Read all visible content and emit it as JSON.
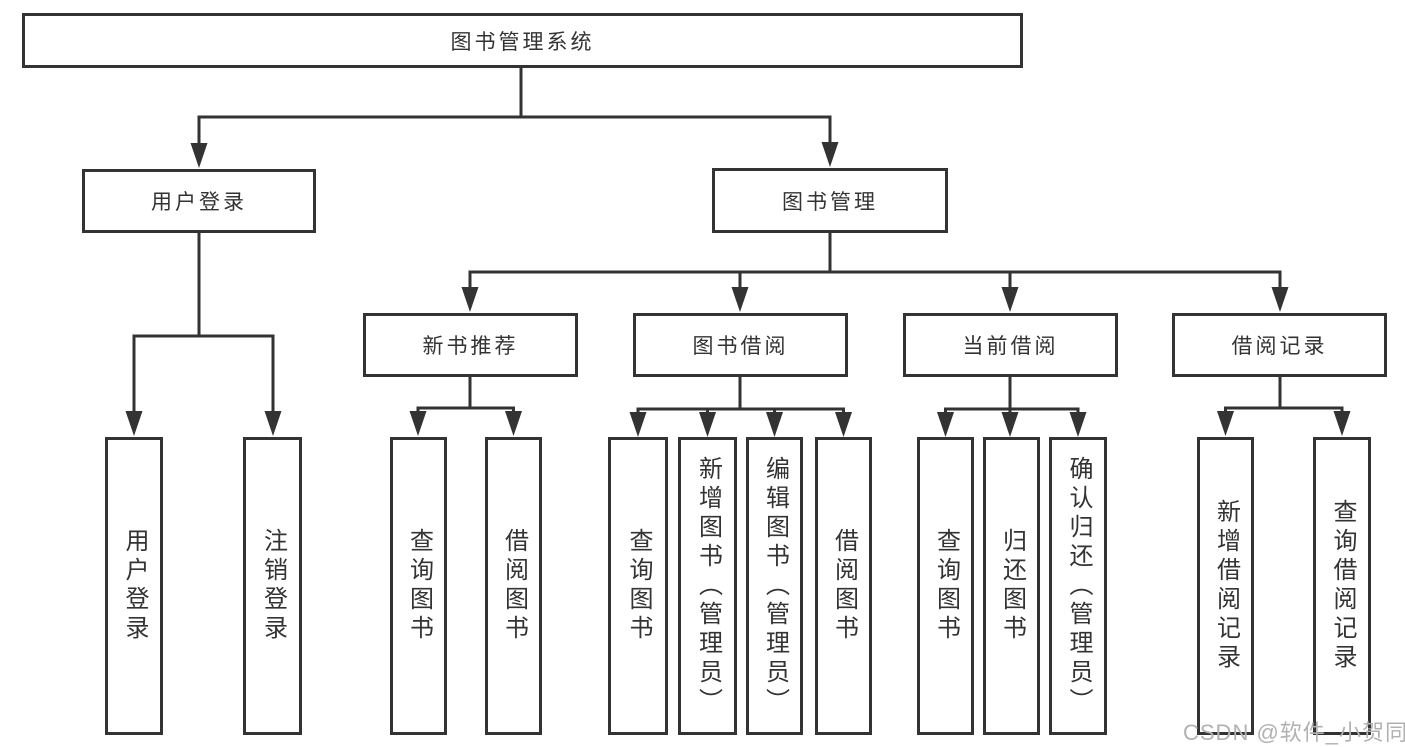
{
  "nodes": {
    "root": "图书管理系统",
    "level2": [
      "用户登录",
      "图书管理"
    ],
    "level3": [
      "新书推荐",
      "图书借阅",
      "当前借阅",
      "借阅记录"
    ],
    "user_login_children": [
      "用户登录",
      "注销登录"
    ],
    "new_book_children": [
      "查询图书",
      "借阅图书"
    ],
    "book_borrow_children": [
      "查询图书",
      "新增图书（管理员）",
      "编辑图书（管理员）",
      "借阅图书"
    ],
    "current_borrow_children": [
      "查询图书",
      "归还图书",
      "确认归还（管理员）"
    ],
    "borrow_record_children": [
      "新增借阅记录",
      "查询借阅记录"
    ]
  },
  "watermark": "CSDN @软件_小贺同学",
  "colors": {
    "background": "#ffffff",
    "line": "#333333",
    "box_border": "#333333",
    "text": "#333333",
    "watermark": "#b1b1b1"
  }
}
